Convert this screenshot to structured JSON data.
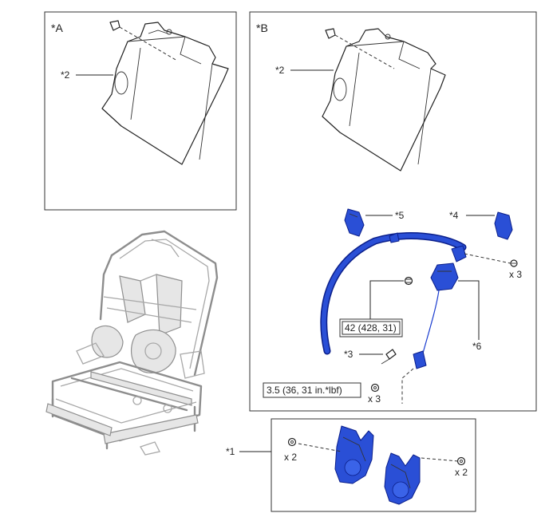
{
  "views": {
    "a": {
      "label": "*A"
    },
    "b": {
      "label": "*B"
    }
  },
  "callouts": {
    "c1": "*1",
    "c2_a": "*2",
    "c2_b": "*2",
    "c3": "*3",
    "c4": "*4",
    "c5": "*5",
    "c6": "*6"
  },
  "torques": {
    "t1": "42 (428, 31)",
    "t2": "3.5 (36, 31 in.*lbf)"
  },
  "quantities": {
    "q_b_bolt": "x 3",
    "q_b_screw": "x 3",
    "q_cover_left": "x 2",
    "q_cover_right": "x 2"
  },
  "colors": {
    "highlight_part": "#2a4fd6",
    "outline": "#222222",
    "frame": "#8d8d8d"
  }
}
